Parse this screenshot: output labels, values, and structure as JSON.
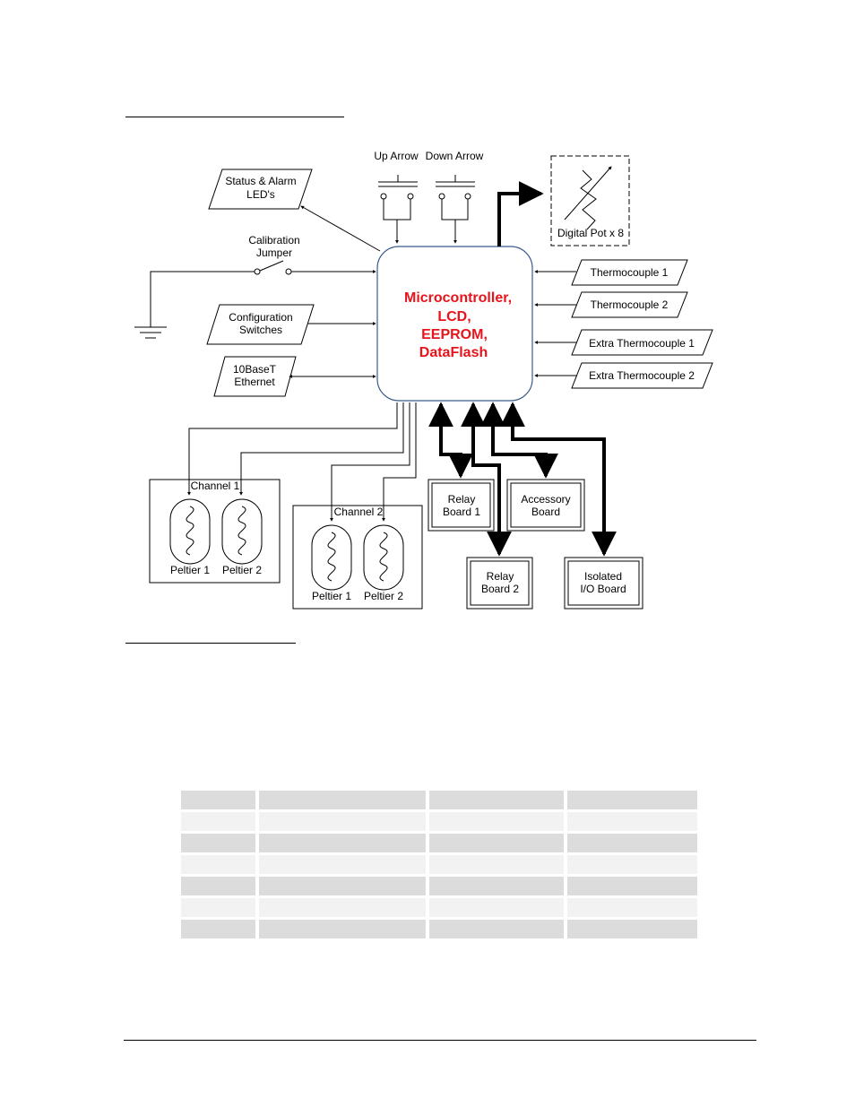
{
  "diagram": {
    "up_arrow_label": "Up Arrow",
    "down_arrow_label": "Down Arrow",
    "status_leds": [
      "Status & Alarm",
      "LED's"
    ],
    "calibration_jumper": [
      "Calibration",
      "Jumper"
    ],
    "config_switches": [
      "Configuration",
      "Switches"
    ],
    "ethernet": [
      "10BaseT",
      "Ethernet"
    ],
    "digital_pot": "Digital Pot x 8",
    "core": [
      "Microcontroller,",
      "LCD,",
      "EEPROM,",
      "DataFlash"
    ],
    "thermocouple_1": "Thermocouple 1",
    "thermocouple_2": "Thermocouple 2",
    "extra_thermocouple_1": "Extra Thermocouple 1",
    "extra_thermocouple_2": "Extra Thermocouple 2",
    "channel_1": "Channel 1",
    "channel_2": "Channel 2",
    "peltier_1": "Peltier 1",
    "peltier_2": "Peltier 2",
    "relay_board_1": [
      "Relay",
      "Board 1"
    ],
    "relay_board_2": [
      "Relay",
      "Board 2"
    ],
    "accessory_board": [
      "Accessory",
      "Board"
    ],
    "isolated_io_board": [
      "Isolated",
      "I/O Board"
    ],
    "core_text_color": "#e8141b"
  }
}
